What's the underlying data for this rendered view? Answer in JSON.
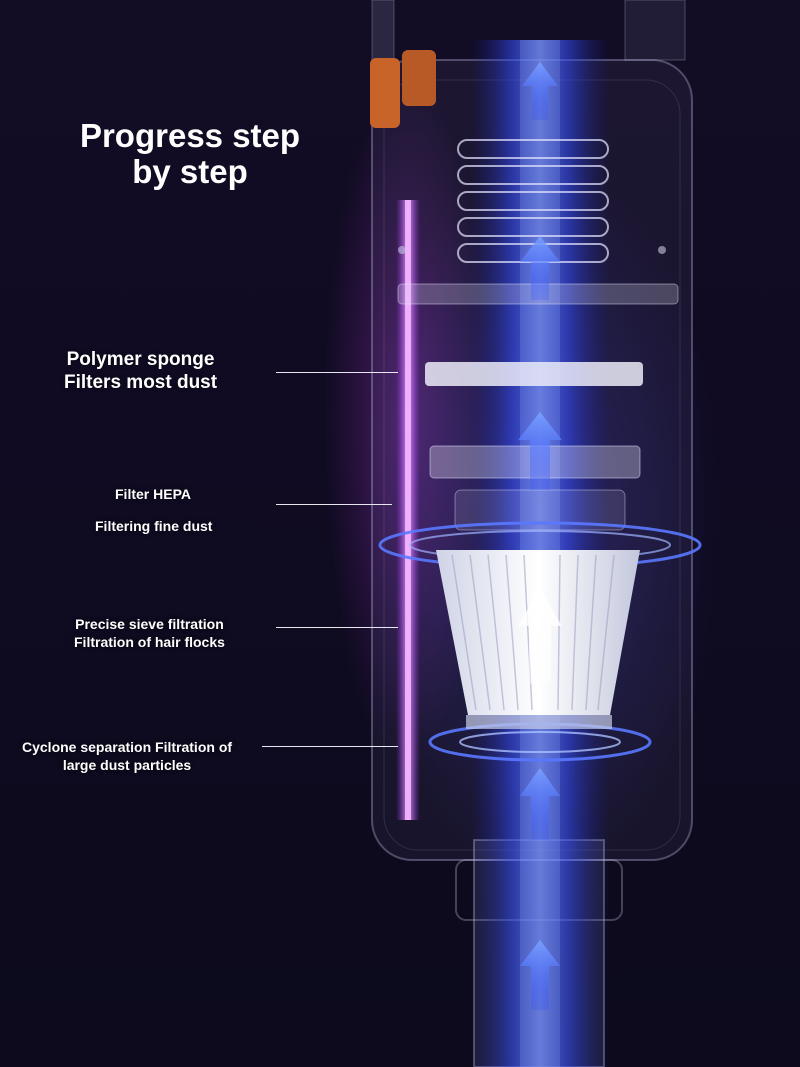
{
  "title": {
    "line1": "Progress step",
    "line2": "by step"
  },
  "labels": {
    "polymer": {
      "line1": "Polymer sponge",
      "line2": "Filters most dust"
    },
    "hepa": {
      "line1": "Filter HEPA",
      "line2": "Filtering fine dust"
    },
    "sieve": {
      "line1": "Precise sieve filtration",
      "line2": "Filtration of hair flocks"
    },
    "cyclone": {
      "line1": "Cyclone separation  Filtration of",
      "line2": "large dust particles"
    }
  },
  "colors": {
    "background": "#100b22",
    "airflow_blue": "#3a5bff",
    "glow_purple": "#c24bff",
    "accent_orange": "#c8642a",
    "text": "#ffffff"
  },
  "icons": [
    "up-arrow-icon",
    "cyclone-ring-icon",
    "cone-filter-icon",
    "hepa-coil-icon"
  ]
}
